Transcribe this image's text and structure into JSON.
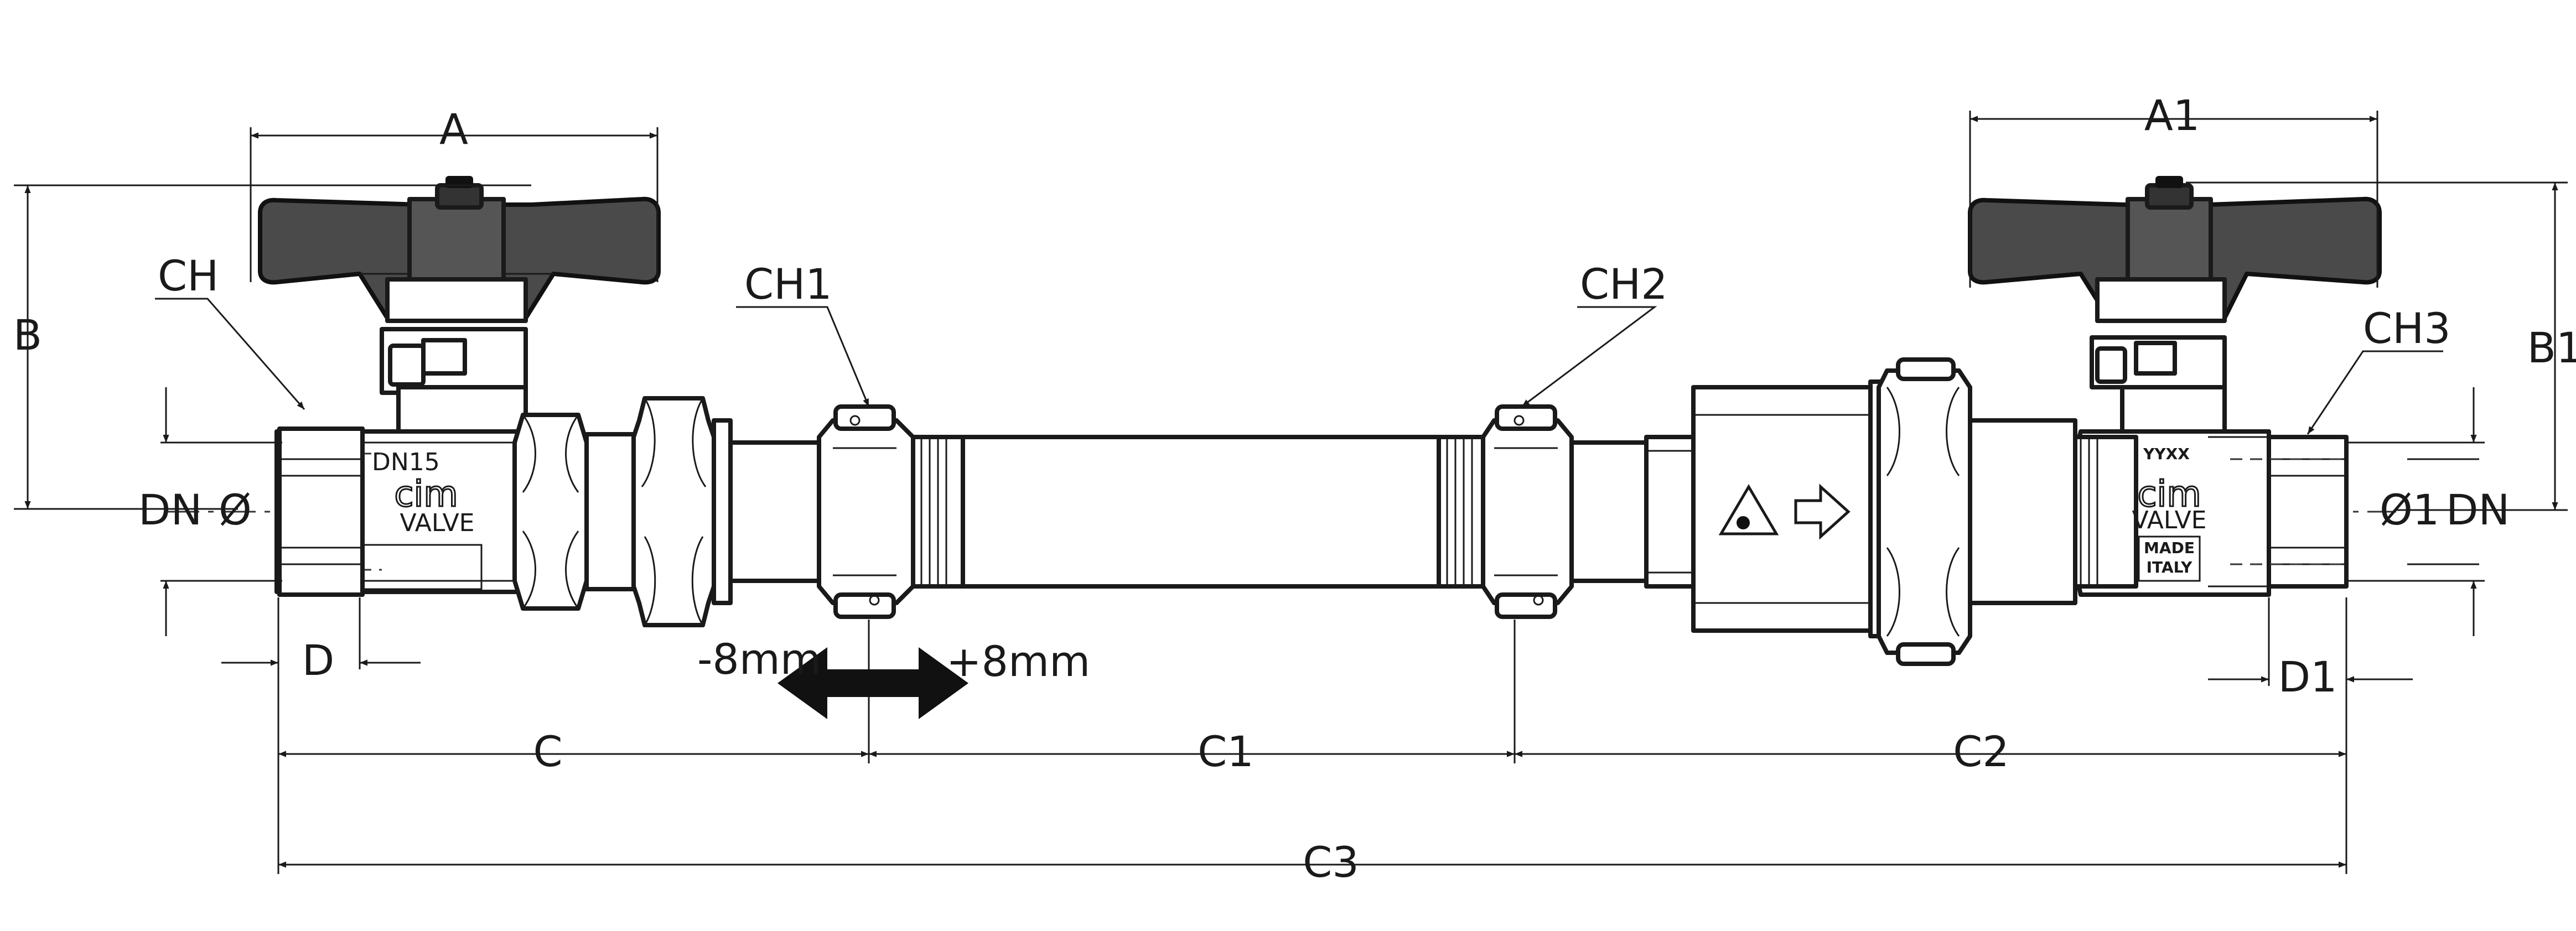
{
  "dimensions": {
    "A": "A",
    "A1": "A1",
    "B": "B",
    "B1": "B1",
    "CH": "CH",
    "CH1": "CH1",
    "CH2": "CH2",
    "CH3": "CH3",
    "DN_left": "DN",
    "dia_left": "Ø",
    "dia_right": "Ø1",
    "DN_right": "DN",
    "D": "D",
    "D1": "D1",
    "C": "C",
    "C1": "C1",
    "C2": "C2",
    "C3": "C3",
    "minus": "-8mm",
    "plus": "+8mm"
  },
  "markings": {
    "left_valve_size": "DN15",
    "left_valve_brand": "cim",
    "left_valve_type": "VALVE",
    "right_valve_code": "YYXX",
    "right_valve_brand": "cim",
    "right_valve_type": "VALVE",
    "right_valve_origin_1": "MADE",
    "right_valve_origin_2": "ITALY"
  }
}
